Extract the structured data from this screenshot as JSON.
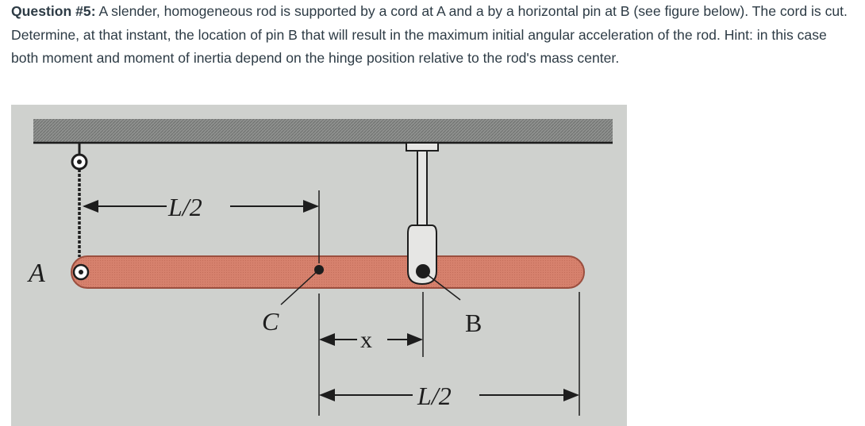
{
  "question": {
    "label": "Question #5:",
    "text": " A slender, homogeneous rod is supported by a cord at A and a by a horizontal pin at B (see figure below). The cord is cut.  Determine, at that instant, the location of pin B that will result in the maximum initial angular acceleration of the rod.  Hint: in this case both moment and moment of inertia depend on the hinge position relative to the rod's mass center."
  },
  "figure": {
    "label_a": "A",
    "label_b": "B",
    "label_c": "C",
    "dim_upper": "L/2",
    "dim_lower": "L/2",
    "dim_x": "x",
    "colors": {
      "photo_bg": "#cfd1ce",
      "ceiling": "#8f918f",
      "rod": "#d6816d",
      "rod_edge": "#9b4f3f",
      "ink": "#1d1d1d"
    }
  }
}
